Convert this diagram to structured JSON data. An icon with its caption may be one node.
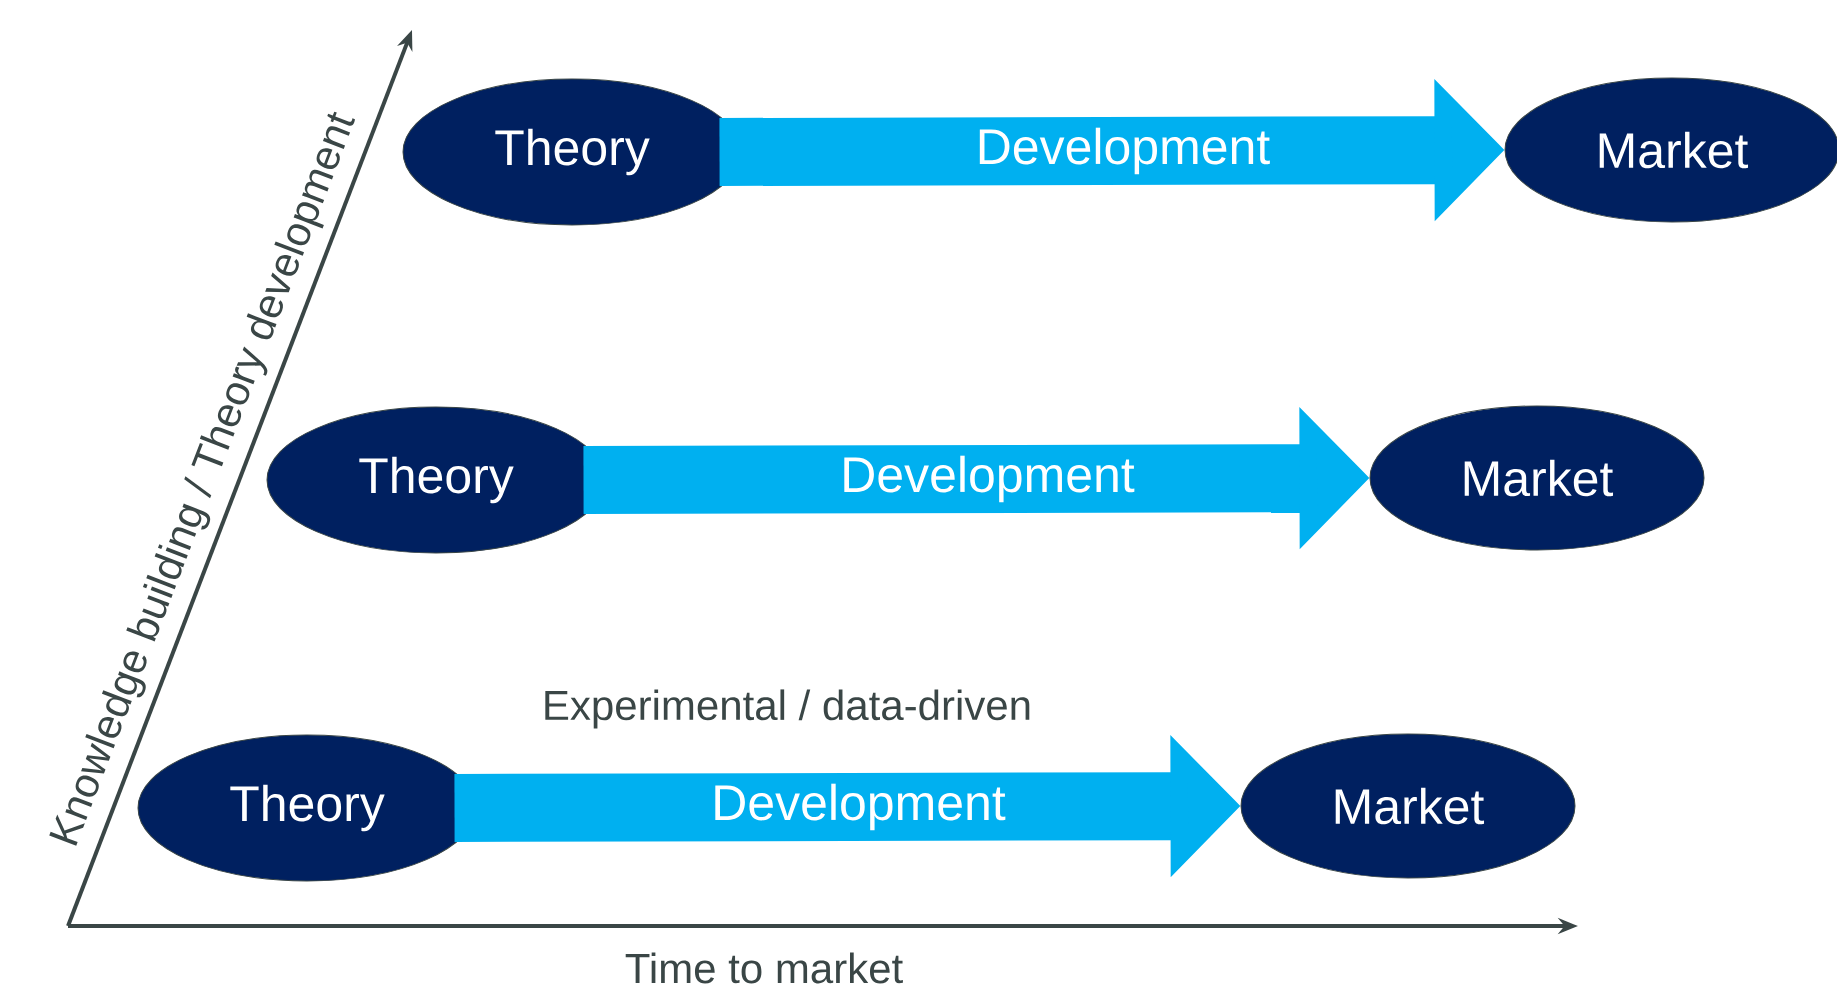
{
  "diagram": {
    "nodes": [
      {
        "text": [
          "Theory"
        ]
      },
      {
        "text": [
          "Market"
        ]
      },
      {
        "text": [
          "Theory"
        ]
      },
      {
        "text": [
          "Market"
        ]
      },
      {
        "text": [
          "Theory"
        ]
      },
      {
        "text": [
          "Market"
        ]
      }
    ],
    "edges": [
      {
        "from": 0,
        "to": 1,
        "arrow": "to",
        "label": "Development"
      },
      {
        "from": 2,
        "to": 3,
        "arrow": "to",
        "label": "Development"
      },
      {
        "from": 4,
        "to": 5,
        "arrow": "to",
        "label": "Development"
      }
    ],
    "labels": [
      "Knowledge building / Theory development",
      "Experimental / data-driven",
      "Time to market"
    ]
  }
}
